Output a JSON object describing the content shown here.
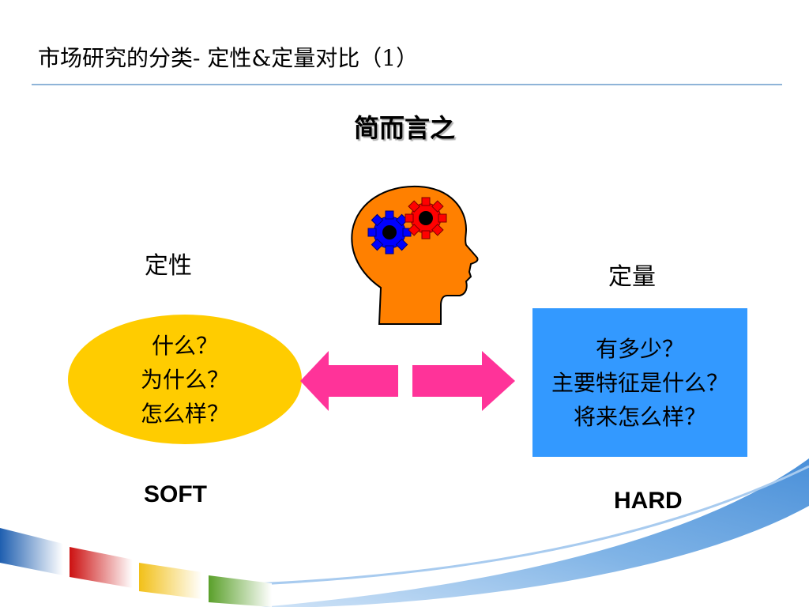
{
  "slide": {
    "title": "市场研究的分类- 定性&定量对比（1）",
    "subtitle": "简而言之",
    "qualitative": {
      "label": "定性",
      "questions": [
        "什么？",
        "为什么？",
        "怎么样？"
      ],
      "tag": "SOFT"
    },
    "quantitative": {
      "label": "定量",
      "questions": [
        "有多少？",
        "主要特征是什么？",
        "将来怎么样？"
      ],
      "tag": "HARD"
    }
  },
  "colors": {
    "title_rule": "#8fb4d8",
    "ellipse": "#ffcc00",
    "box": "#3399ff",
    "arrows": "#ff3399",
    "head": "#ff8000",
    "gear_left": "#0000ff",
    "gear_right": "#ff0000"
  },
  "icons": {
    "head": "head-with-gears-icon",
    "arrow_left": "arrow-left-icon",
    "arrow_right": "arrow-right-icon"
  }
}
